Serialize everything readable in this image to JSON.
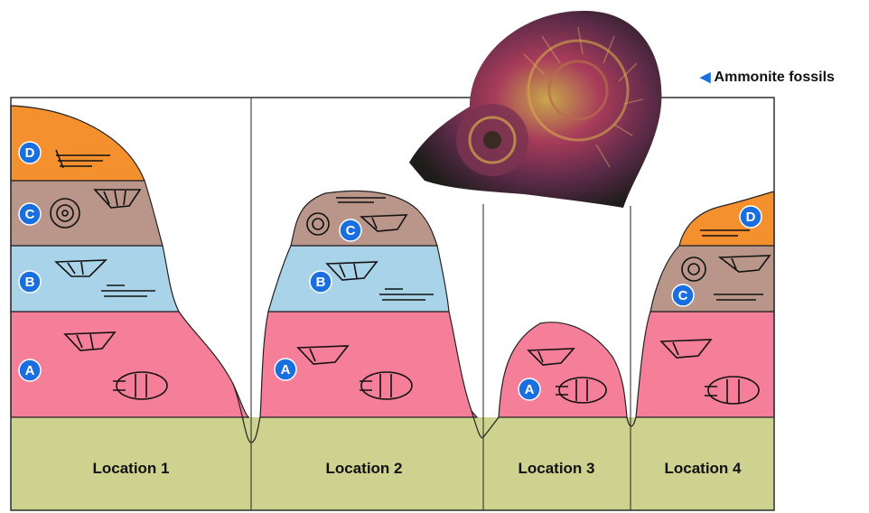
{
  "caption": {
    "arrow": "◀",
    "text": "Ammonite fossils"
  },
  "locations": [
    {
      "label": "Location 1",
      "layers": [
        "A",
        "B",
        "C",
        "D"
      ]
    },
    {
      "label": "Location 2",
      "layers": [
        "A",
        "B",
        "C"
      ]
    },
    {
      "label": "Location 3",
      "layers": [
        "A"
      ]
    },
    {
      "label": "Location 4",
      "layers": [
        "C",
        "D"
      ]
    }
  ],
  "layer_colors": {
    "A": "#f57f98",
    "B": "#a9d3e8",
    "C": "#b9958a",
    "D": "#f5902f",
    "base": "#cdd28f"
  },
  "badge_color": "#1a6fe0",
  "icons": [
    "ammonite-fossil-photo",
    "ammonite-fossil-sketch",
    "trilobite-fossil-sketch",
    "crinoid-fossil-sketch",
    "clam-fossil-sketch"
  ]
}
